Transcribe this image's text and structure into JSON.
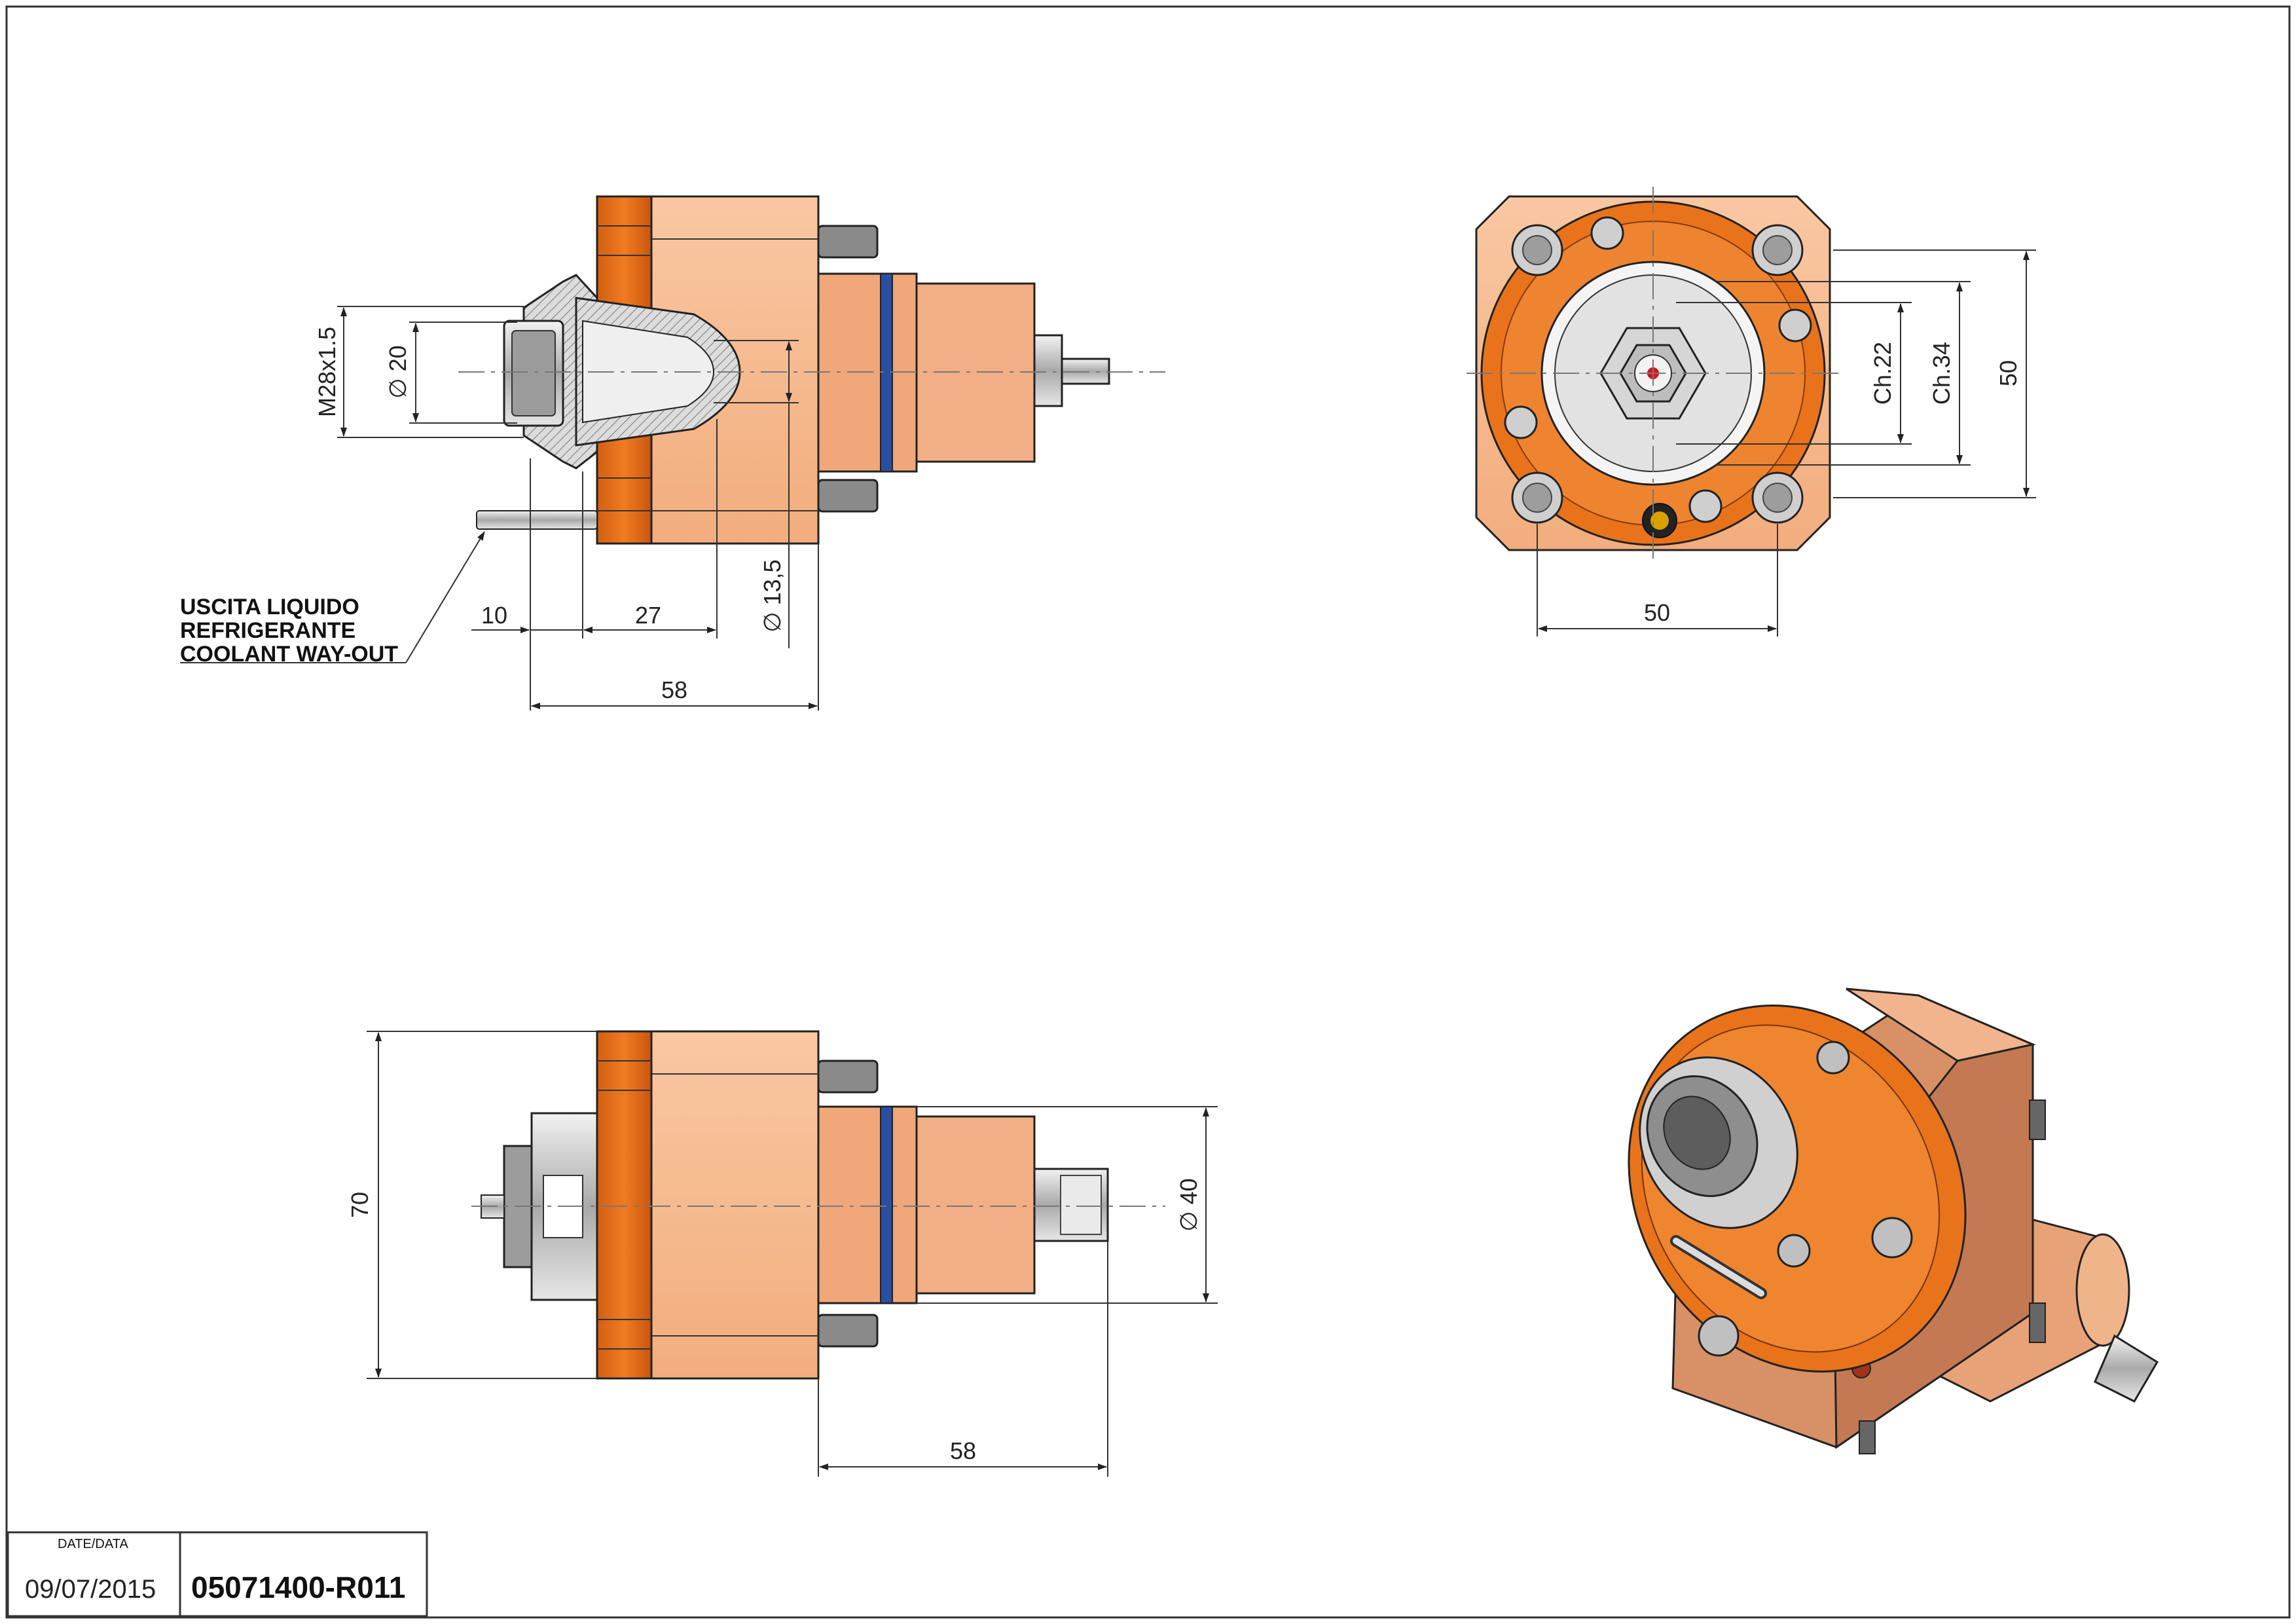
{
  "colors": {
    "orange_flange": "#e8731a",
    "orange_dark": "#c2560e",
    "body_peach": "#f7b98d",
    "body_shadow": "#e39a6c",
    "steel": "#b8b8b8",
    "seal_blue": "#2a4fa0",
    "line": "#222222"
  },
  "side_view": {
    "dim_thread": "M28x1.5",
    "dim_dia20": "∅ 20",
    "dim_dia13": "∅ 13,5",
    "dim_10": "10",
    "dim_27": "27",
    "dim_58": "58",
    "note_line1": "USCITA LIQUIDO",
    "note_line2": "REFRIGERANTE",
    "note_line3": "COOLANT WAY-OUT"
  },
  "front_view": {
    "dim_ch22": "Ch.22",
    "dim_ch34": "Ch.34",
    "dim_50_v": "50",
    "dim_50_h": "50"
  },
  "bottom_view": {
    "dim_70": "70",
    "dim_dia40": "∅ 40",
    "dim_58": "58"
  },
  "title_block": {
    "date_label": "DATE/DATA",
    "date_value": "09/07/2015",
    "drawing_code": "05071400-R011"
  }
}
